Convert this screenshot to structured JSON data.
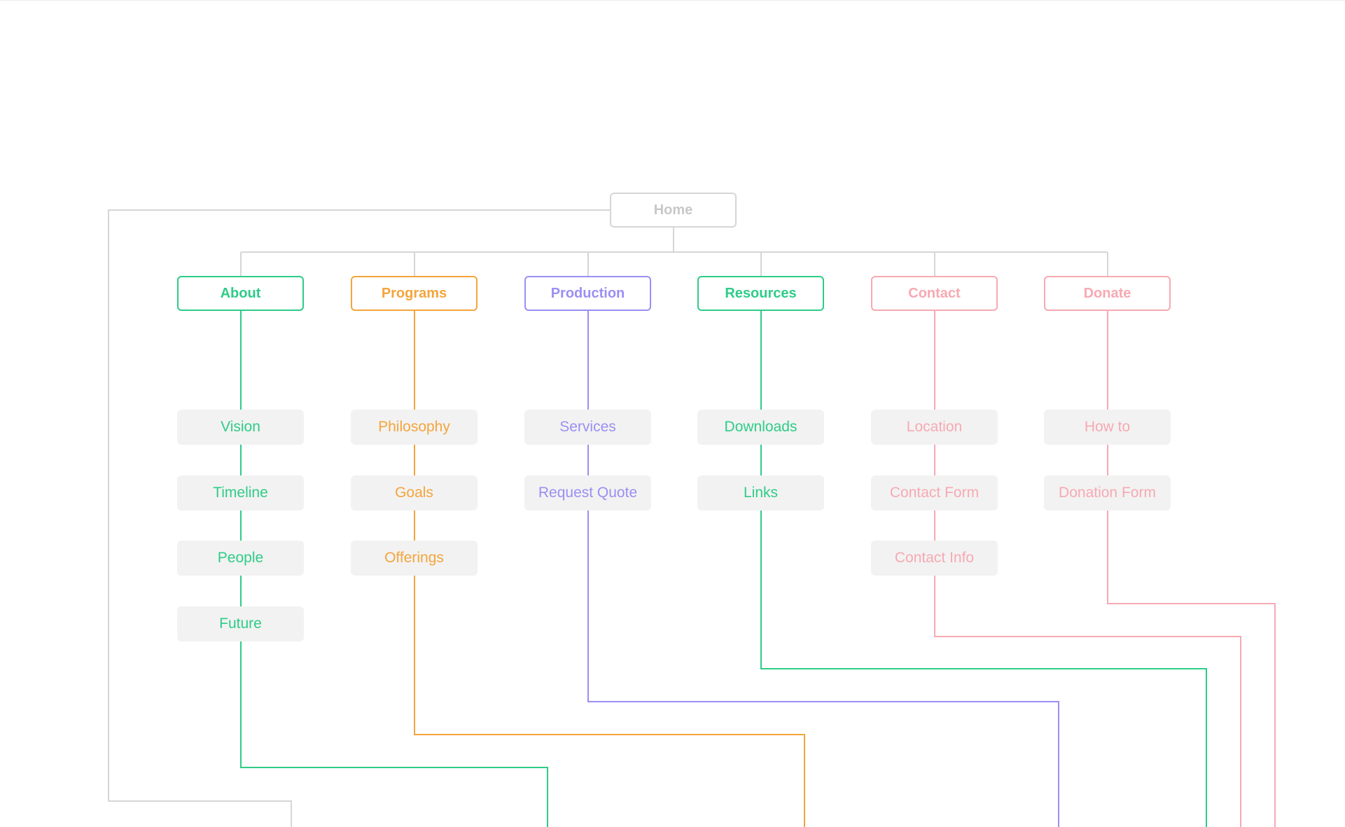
{
  "sitemap": {
    "root": {
      "label": "Home",
      "color": "#d6d6d6"
    },
    "sections": [
      {
        "label": "About",
        "color": "#2ecc87",
        "pages": [
          "Vision",
          "Timeline",
          "People",
          "Future"
        ]
      },
      {
        "label": "Programs",
        "color": "#f4a53c",
        "pages": [
          "Philosophy",
          "Goals",
          "Offerings"
        ]
      },
      {
        "label": "Production",
        "color": "#9a8ff3",
        "pages": [
          "Services",
          "Request Quote"
        ]
      },
      {
        "label": "Resources",
        "color": "#2ecc87",
        "pages": [
          "Downloads",
          "Links"
        ]
      },
      {
        "label": "Contact",
        "color": "#f7a9b2",
        "pages": [
          "Location",
          "Contact Form",
          "Contact Info"
        ]
      },
      {
        "label": "Donate",
        "color": "#f7a9b2",
        "pages": [
          "How to",
          "Donation Form"
        ]
      }
    ]
  }
}
